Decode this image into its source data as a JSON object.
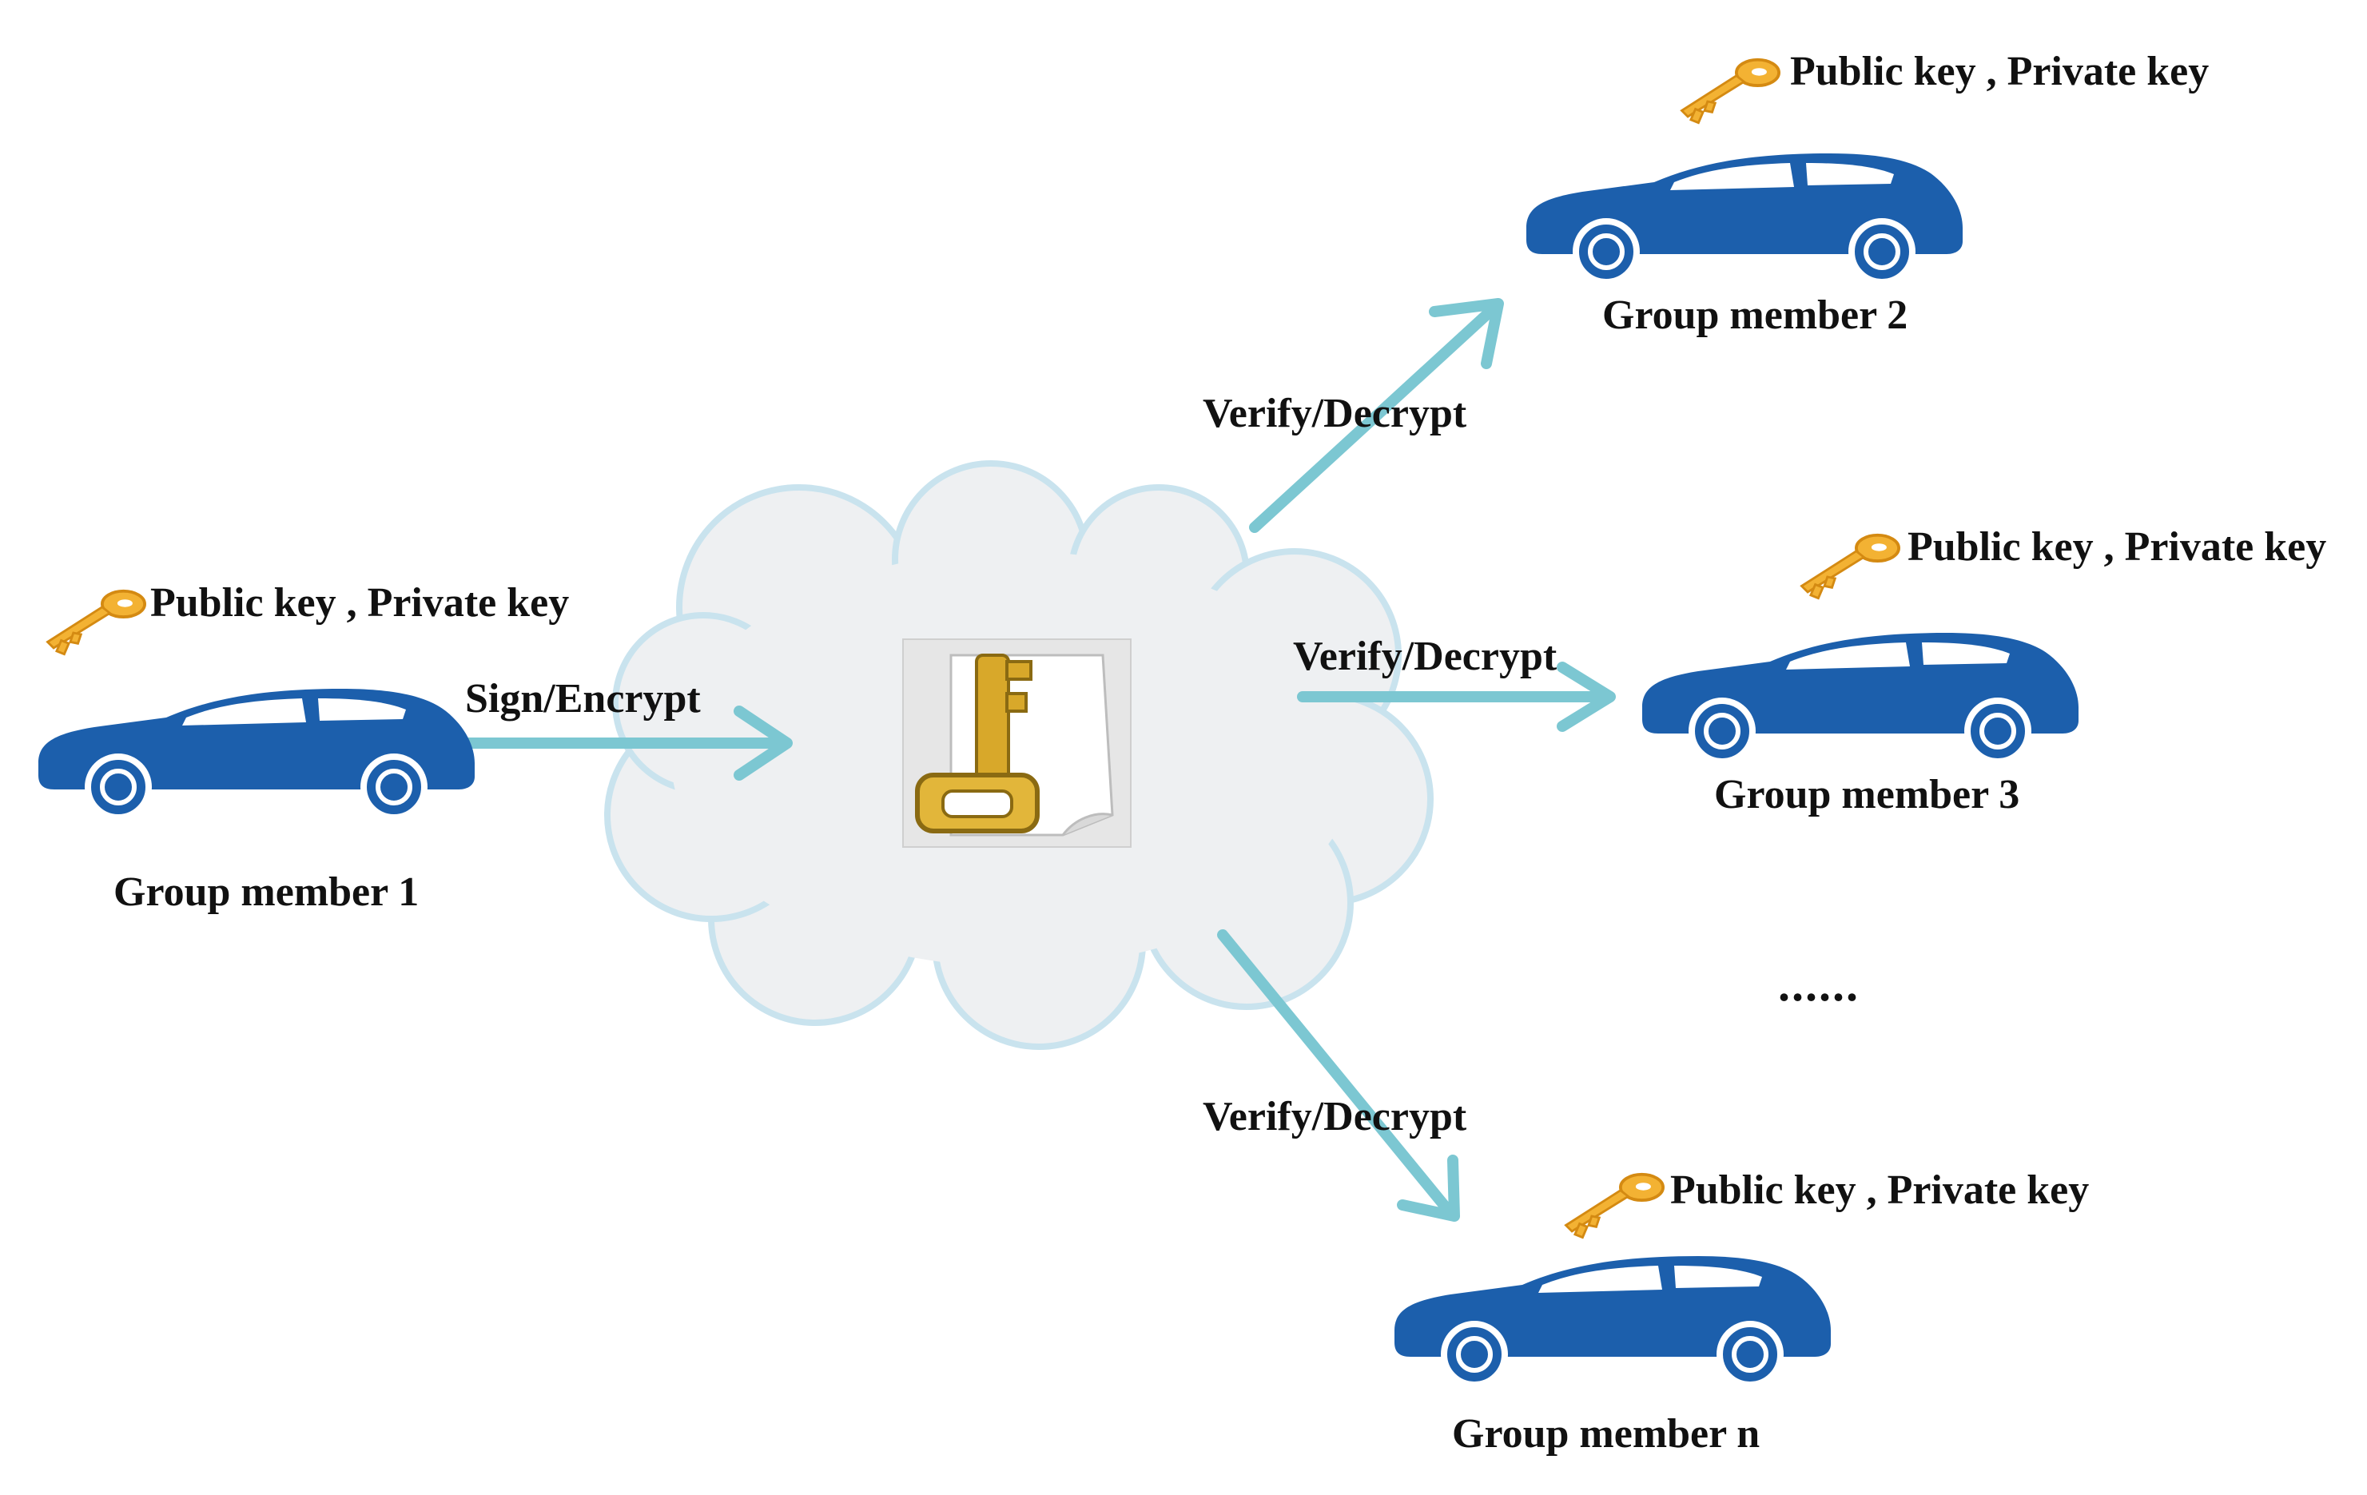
{
  "colors": {
    "car": "#1c5fac",
    "arrow": "#7cc7d2",
    "cloud_fill": "#eef0f2",
    "cloud_stroke": "#c9e3ee",
    "key_gold": "#f3b233"
  },
  "source": {
    "member_label": "Group member 1",
    "key_label": "Public key , Private key",
    "action_label": "Sign/Encrypt"
  },
  "recipients": [
    {
      "member_label": "Group member 2",
      "key_label": "Public key , Private key",
      "action_label": "Verify/Decrypt"
    },
    {
      "member_label": "Group member 3",
      "key_label": "Public key , Private key",
      "action_label": "Verify/Decrypt"
    },
    {
      "member_label": "Group member n",
      "key_label": "Public key , Private key",
      "action_label": "Verify/Decrypt"
    }
  ],
  "ellipsis": "......",
  "icons": {
    "car": "car-icon",
    "key": "key-icon",
    "cloud": "cloud-icon",
    "document_key": "document-key-icon"
  }
}
